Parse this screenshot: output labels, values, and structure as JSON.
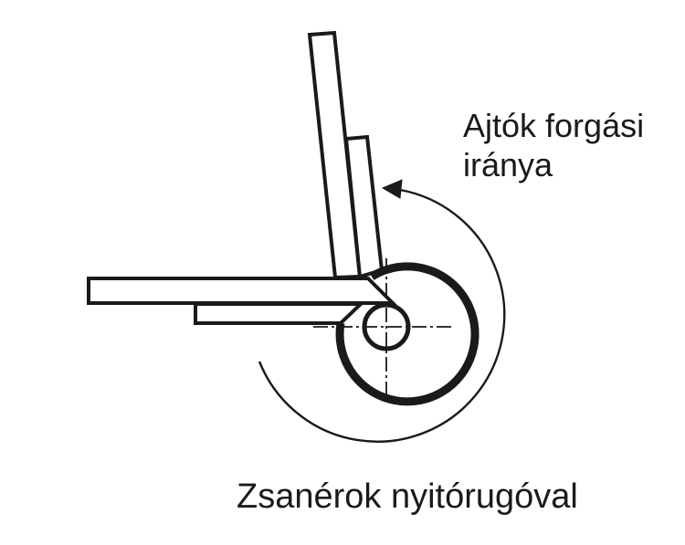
{
  "labels": {
    "rotation_line1": "Ajtók forgási",
    "rotation_line2": "iránya",
    "caption": "Zsanérok nyitórugóval"
  },
  "colors": {
    "stroke": "#1a1a1a",
    "background": "#ffffff"
  }
}
